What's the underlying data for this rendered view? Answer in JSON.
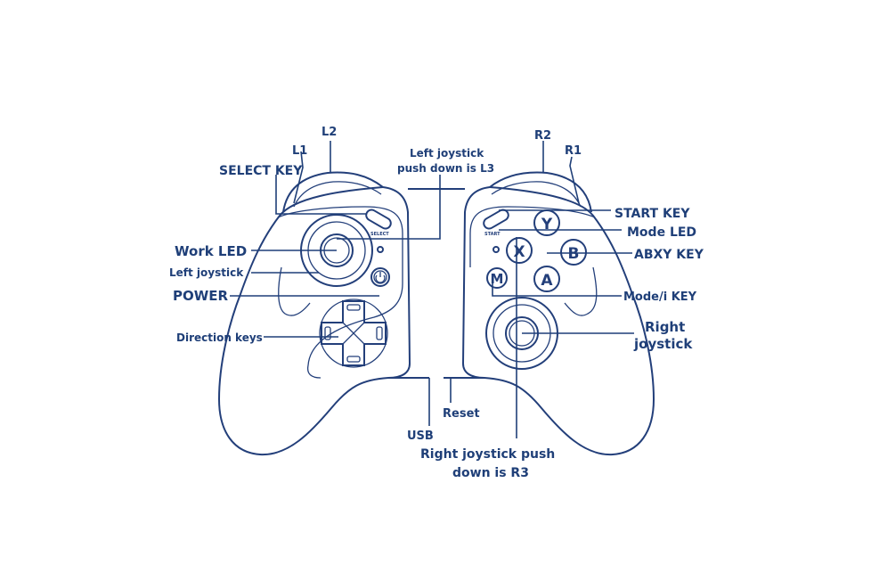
{
  "labels": {
    "l2": "L2",
    "l1": "L1",
    "select_key": "SELECT KEY",
    "left_joystick_l3_line1": "Left joystick",
    "left_joystick_l3_line2": "push down is L3",
    "r2": "R2",
    "r1": "R1",
    "start_key": "START KEY",
    "mode_led": "Mode LED",
    "work_led": "Work LED",
    "abxy_key": "ABXY KEY",
    "left_joystick": "Left joystick",
    "power": "POWER",
    "mode_i_key": "Mode/i KEY",
    "right_joystick_line1": "Right",
    "right_joystick_line2": "joystick",
    "direction_keys": "Direction keys",
    "reset": "Reset",
    "usb": "USB",
    "r3_line1": "Right joystick push",
    "r3_line2": "down is R3"
  },
  "buttons": {
    "y": "Y",
    "x": "X",
    "b": "B",
    "a": "A",
    "m": "M",
    "select_small": "SELECT",
    "start_small": "START"
  },
  "colors": {
    "line": "#1f3f78",
    "background": "#ffffff"
  },
  "icons": {
    "power": "power-icon"
  }
}
